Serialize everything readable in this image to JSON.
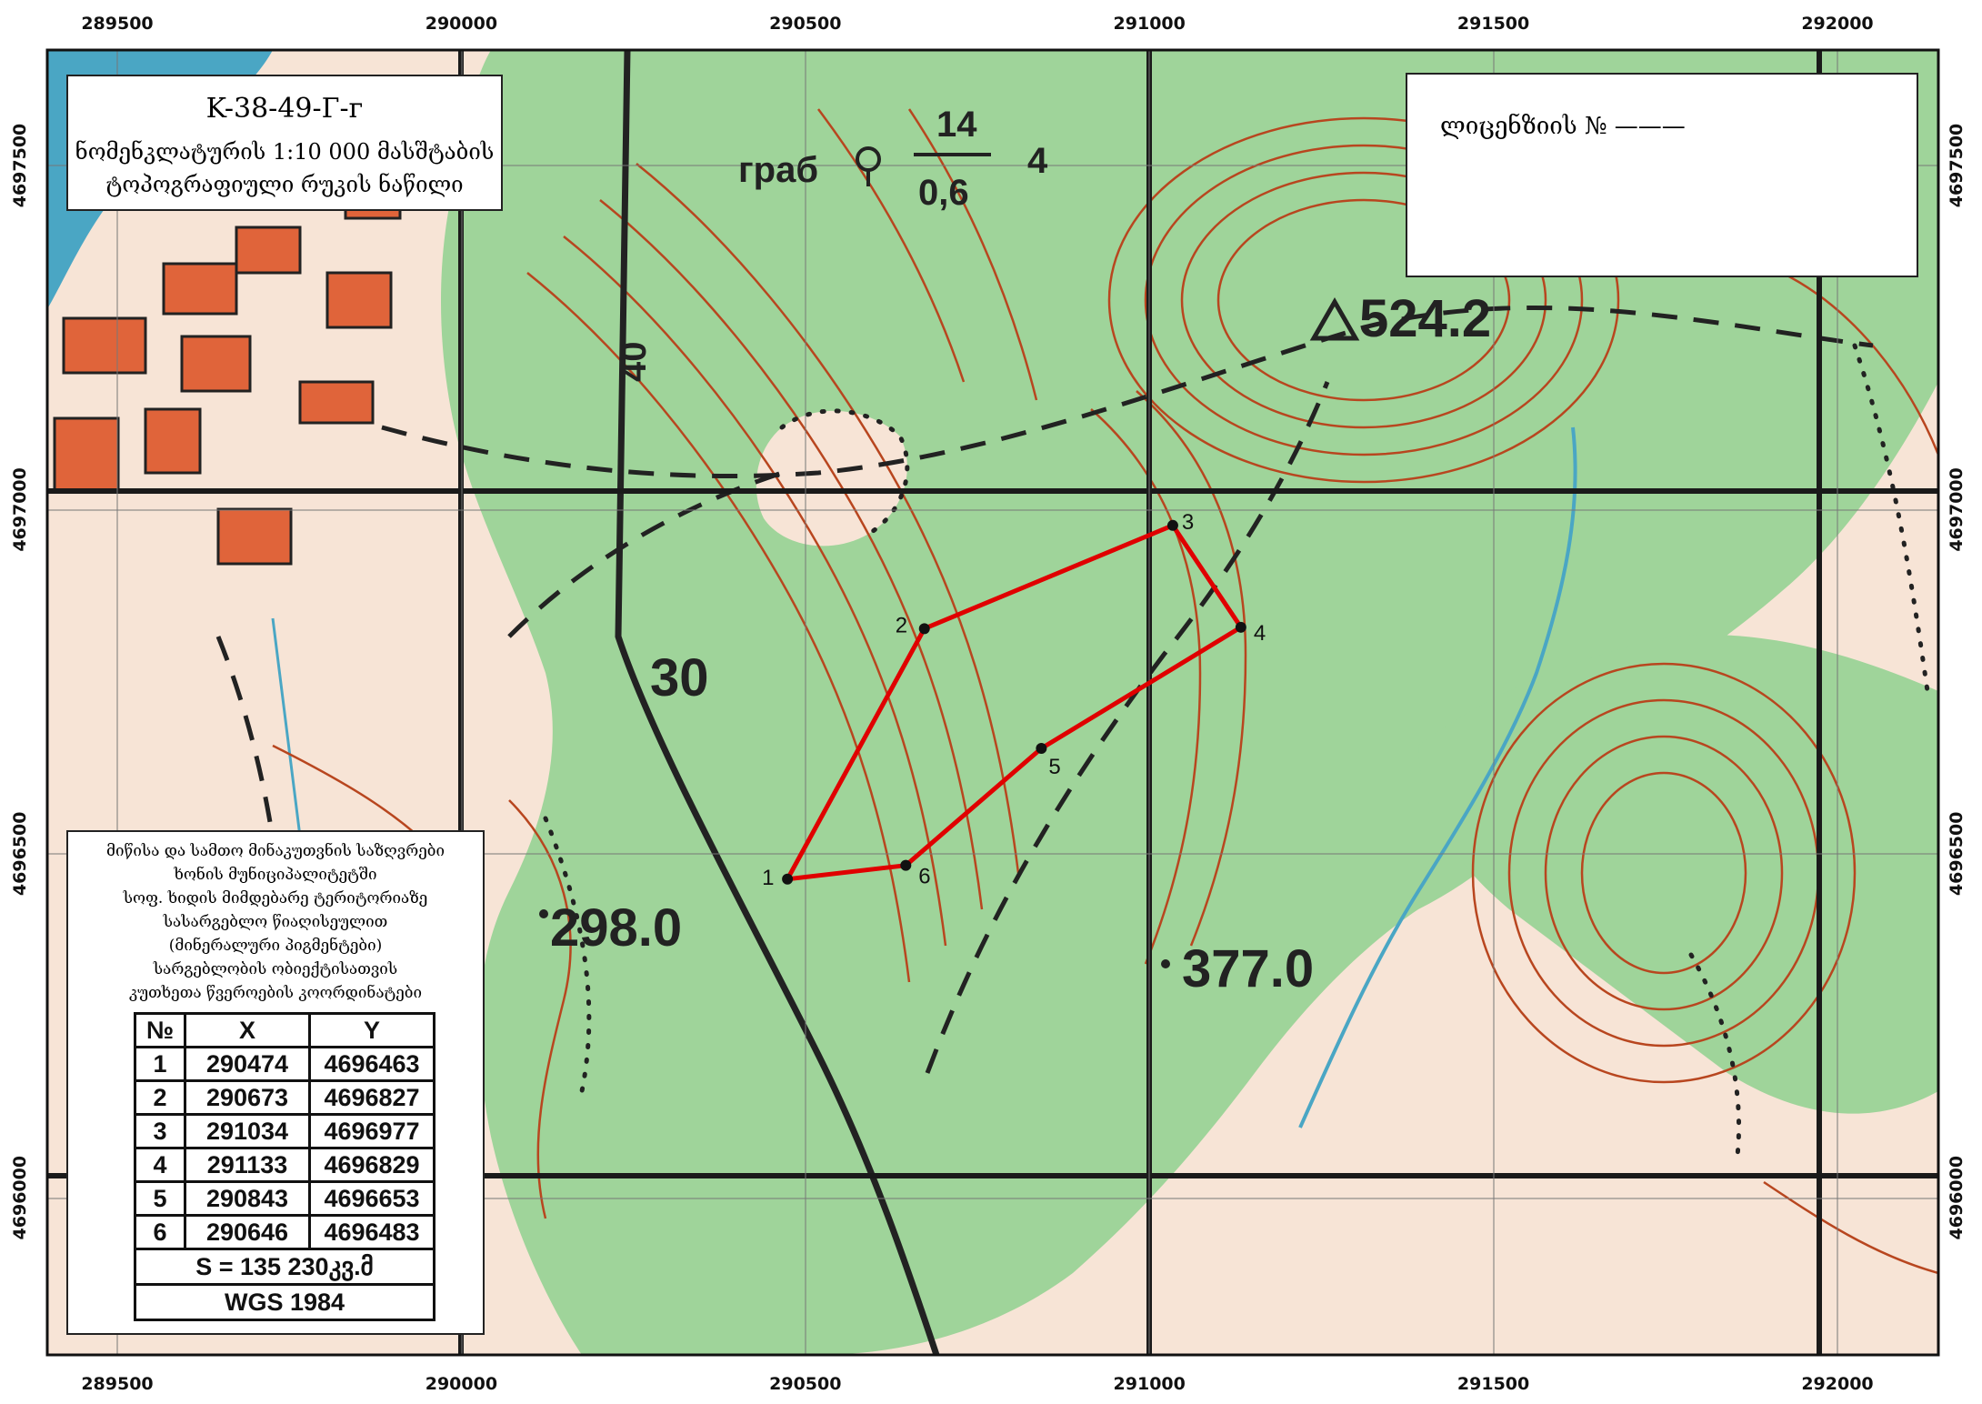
{
  "title_block": {
    "sheet": "K-38-49-Г-г",
    "line1": "ნომენკლატურის 1:10 000 მასშტაბის",
    "line2": "ტოპოგრაფიული რუკის ნაწილი"
  },
  "license_block": {
    "text": "ლიცენზიის № ———"
  },
  "legend_block": {
    "lines": [
      "მიწისა და სამთო მინაკუთვნის საზღვრები",
      "ხონის მუნიციპალიტეტში",
      "სოფ. ხიდის მიმდებარე ტერიტორიაზე",
      "სასარგებლო წიაღისეულით",
      "(მინერალური პიგმენტები)",
      "სარგებლობის ობიექტისათვის",
      "კუთხეთა წვეროების კოორდინატები"
    ],
    "table_headers": [
      "№",
      "X",
      "Y"
    ],
    "rows": [
      [
        "1",
        "290474",
        "4696463"
      ],
      [
        "2",
        "290673",
        "4696827"
      ],
      [
        "3",
        "291034",
        "4696977"
      ],
      [
        "4",
        "291133",
        "4696829"
      ],
      [
        "5",
        "290843",
        "4696653"
      ],
      [
        "6",
        "290646",
        "4696483"
      ]
    ],
    "area": "S = 135 230კვ.მ",
    "datum": "WGS 1984"
  },
  "x_ticks": [
    "289500",
    "290000",
    "290500",
    "291000",
    "291500",
    "292000"
  ],
  "y_ticks": [
    "4697500",
    "4697000",
    "4696500",
    "4696000"
  ],
  "map_labels": {
    "summit": "524.2",
    "elev_a": "298.0",
    "elev_b": "377.0",
    "grid_num": "30",
    "road_num": "40",
    "note_a": "граб",
    "note_b": "14",
    "note_c": "0,6",
    "note_d": "4"
  },
  "polygon": [
    {
      "label": "1",
      "x": 290474,
      "y": 4696463
    },
    {
      "label": "2",
      "x": 290673,
      "y": 4696827
    },
    {
      "label": "3",
      "x": 291034,
      "y": 4696977
    },
    {
      "label": "4",
      "x": 291133,
      "y": 4696829
    },
    {
      "label": "5",
      "x": 290843,
      "y": 4696653
    },
    {
      "label": "6",
      "x": 290646,
      "y": 4696483
    }
  ],
  "colors": {
    "forest": "#9fd49a",
    "open_land": "#f7e4d6",
    "contour": "#b8461f",
    "water": "#4aa6c4",
    "settlement": "#e0643a",
    "grid": "#1a1a1a",
    "boundary": "#e00000"
  }
}
